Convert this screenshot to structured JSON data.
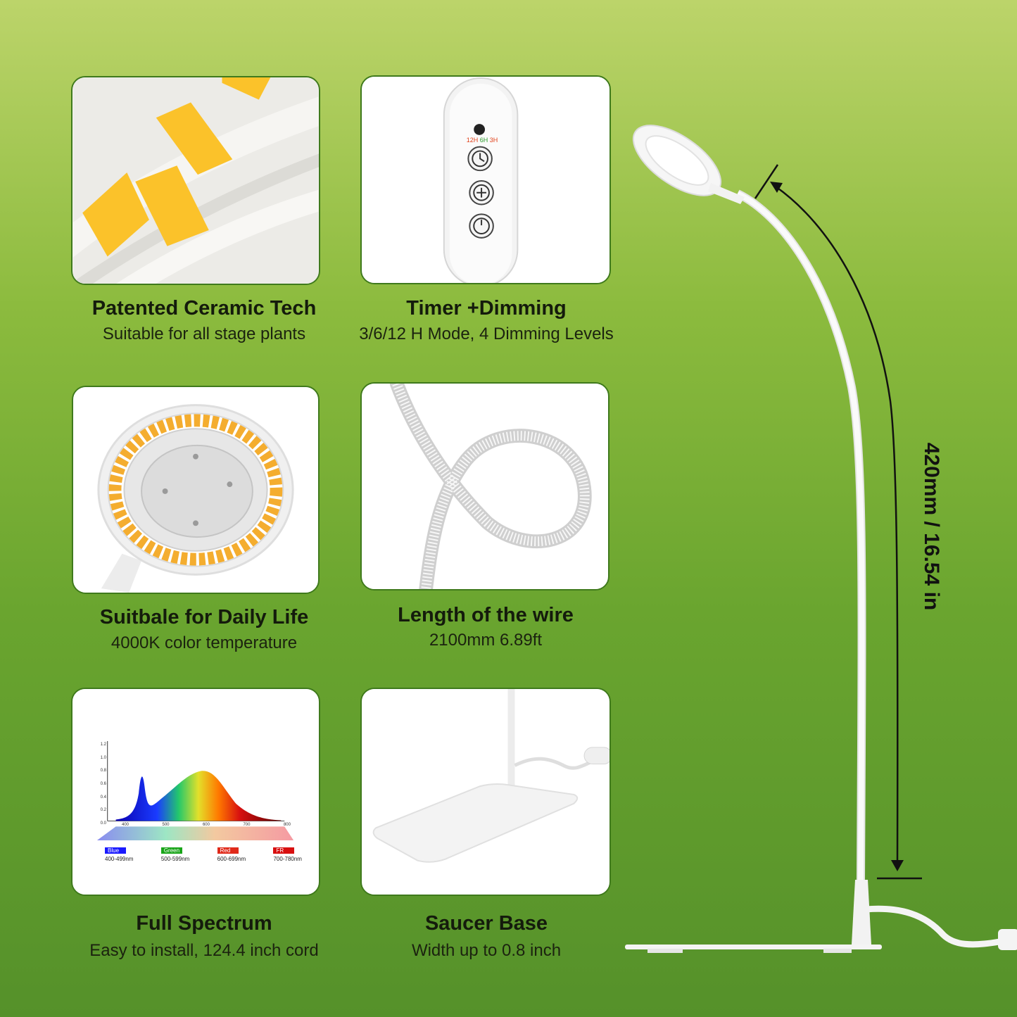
{
  "features": [
    {
      "title": "Patented Ceramic Tech",
      "subtitle": "Suitable for all stage plants"
    },
    {
      "title": "Timer +Dimming",
      "subtitle": "3/6/12 H Mode, 4 Dimming Levels"
    },
    {
      "title": "Suitbale for Daily Life",
      "subtitle": "4000K color temperature"
    },
    {
      "title": "Length of the wire",
      "subtitle": "2100mm 6.89ft"
    },
    {
      "title": "Full Spectrum",
      "subtitle": "Easy to install, 124.4 inch cord"
    },
    {
      "title": "Saucer Base",
      "subtitle": "Width up to 0.8 inch"
    }
  ],
  "timer_remote": {
    "modes": [
      "12H",
      "6H",
      "3H"
    ]
  },
  "spectrum": {
    "y_ticks": [
      "1.2",
      "1.0",
      "0.8",
      "0.6",
      "0.4",
      "0.2",
      "0.0"
    ],
    "x_ticks": [
      "400",
      "500",
      "600",
      "700",
      "800"
    ],
    "legend": [
      {
        "label": "Blue",
        "range": "400-499nm",
        "color": "#1a1aff"
      },
      {
        "label": "Green",
        "range": "500-599nm",
        "color": "#1aa51a"
      },
      {
        "label": "Red",
        "range": "600-699nm",
        "color": "#e02a1a"
      },
      {
        "label": "FR",
        "range": "700-780nm",
        "color": "#d81010"
      }
    ]
  },
  "dimension": {
    "label": "420mm / 16.54 in"
  },
  "colors": {
    "card_border": "#3f7a1c",
    "led_chip": "#fbc22a"
  }
}
